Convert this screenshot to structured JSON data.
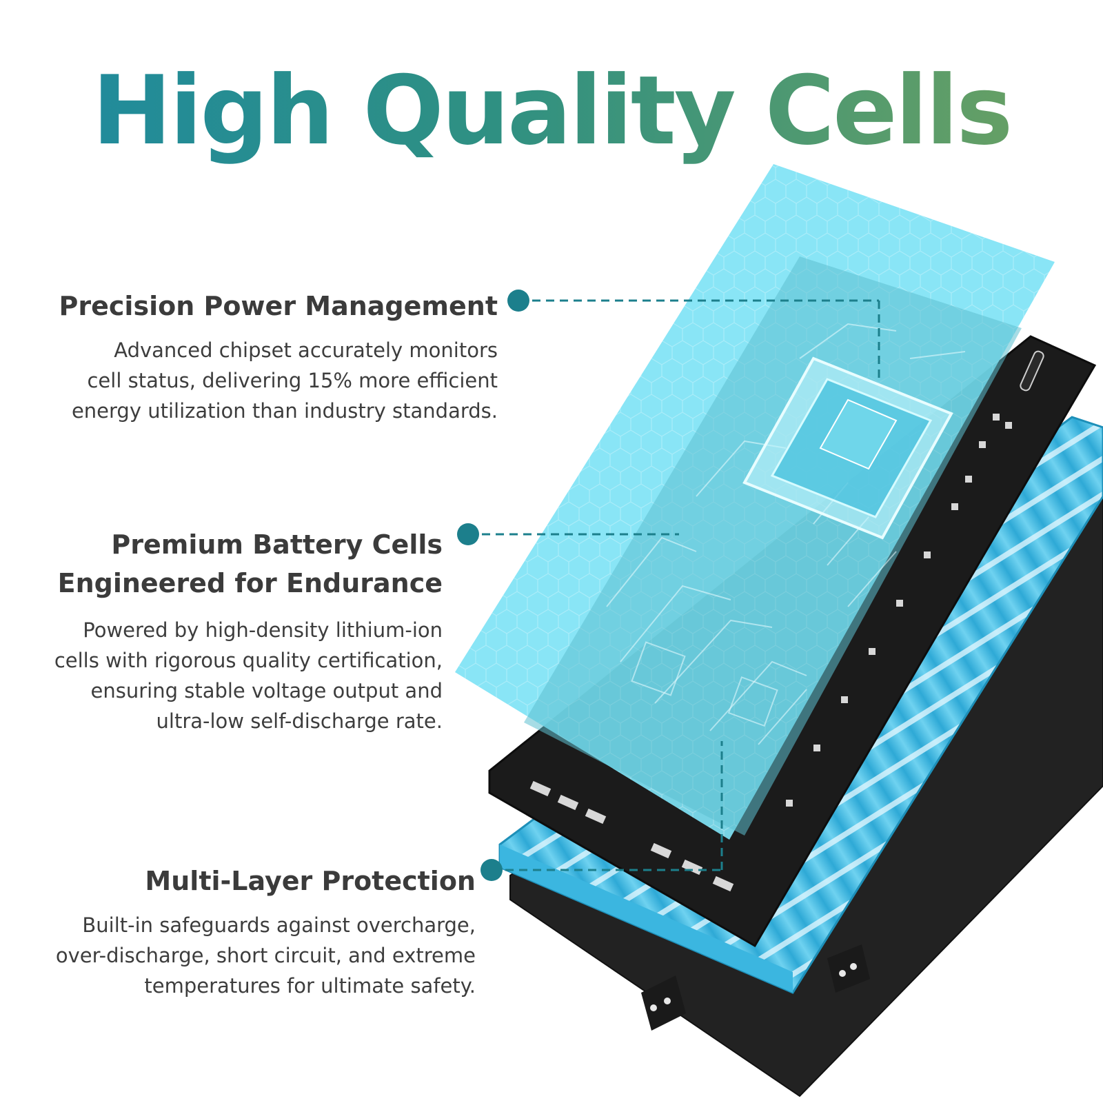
{
  "headline": "High Quality Cells",
  "colors": {
    "accent": "#1c7f8c",
    "headline_start": "#1e8aa0",
    "headline_end": "#6ea260",
    "layer_cyan": "#7fe3f5",
    "board_black": "#1b1b1b",
    "text": "#3b3b3b"
  },
  "features": [
    {
      "title": "Precision Power Management",
      "body": [
        "Advanced chipset accurately monitors",
        "cell status, delivering 15% more efficient",
        "energy utilization than industry standards."
      ]
    },
    {
      "title": [
        "Premium Battery Cells",
        "Engineered for Endurance"
      ],
      "body": [
        "Powered by high-density lithium-ion",
        "cells with rigorous quality certification,",
        "ensuring stable voltage output and",
        "ultra-low self-discharge rate."
      ]
    },
    {
      "title": "Multi-Layer Protection",
      "body": [
        "Built-in safeguards against overcharge,",
        "over-discharge, short circuit, and extreme",
        "temperatures for ultimate safety."
      ]
    }
  ],
  "illustration": {
    "subject": "battery-exploded-view-icon",
    "layers": [
      "protective-film-icon",
      "circuit-board-icon",
      "battery-cell-icon",
      "battery-casing-icon"
    ]
  }
}
